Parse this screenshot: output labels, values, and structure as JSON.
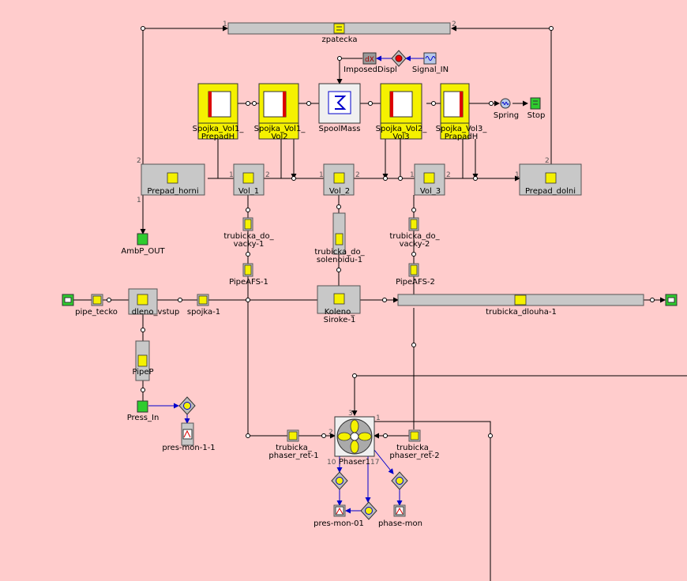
{
  "colors": {
    "background": "#ffcccc",
    "component_gray": "#c8c8c8",
    "hydraulic_yellow": "#f5f100",
    "signal_blue": "#0000cc",
    "source_green": "#2ecc2e",
    "piston_red": "#dd0000"
  },
  "labels": {
    "zpatecka": "zpatecka",
    "imposed_displ": "ImposedDispl",
    "signal_in": "Signal_IN",
    "spojka_vol1_prepadh": [
      "Spojka_Vol1_",
      "PrepadH"
    ],
    "spojka_vol1_vol2": [
      "Spojka_Vol1_",
      "Vol2"
    ],
    "spoolmass": "SpoolMass",
    "spojka_vol2_vol3": [
      "Spojka_Vol2_",
      "Vol3"
    ],
    "spojka_vol3_prapadh": [
      "Spojka_Vol3_",
      "PrapadH"
    ],
    "spring": "Spring",
    "stop": "Stop",
    "prepad_horni": "Prepad_horni",
    "vol_1": "Vol_1",
    "vol_2": "Vol_2",
    "vol_3": "Vol_3",
    "prepad_dolni": "Prepad_dolni",
    "ambp_out": "AmbP_OUT",
    "trubicka_do_vacky_1": [
      "trubicka_do_",
      "vacky-1"
    ],
    "trubicka_do_solenoidu_1": [
      "trubicka_do_",
      "solenoidu-1"
    ],
    "trubicka_do_vacky_2": [
      "trubicka_do_",
      "vacky-2"
    ],
    "pipeafs_1": "PipeAFS-1",
    "pipeafs_2": "PipeAFS-2",
    "pipe_tecko": "pipe_tecko",
    "dleno_vstup": "dleno_vstup",
    "spojka_1": "spojka-1",
    "koleno_siroke": [
      "Koleno_",
      "Siroke-1"
    ],
    "trubicka_dlouha": "trubicka_dlouha-1",
    "pipep": "PipeP",
    "press_in": "Press_In",
    "pres_mon_1_1": "pres-mon-1-1",
    "trubicka_phaser_ret_1": [
      "trubicka_",
      "phaser_ret-1"
    ],
    "trubicka_phaser_ret_2": [
      "trubicka_",
      "phaser_ret-2"
    ],
    "phaser1": "Phaser1",
    "pres_mon_01": "pres-mon-01",
    "phase_mon": "phase-mon"
  },
  "ports": {
    "one": "1",
    "two": "2",
    "three": "3",
    "ten": "10",
    "seventeen": "17"
  }
}
